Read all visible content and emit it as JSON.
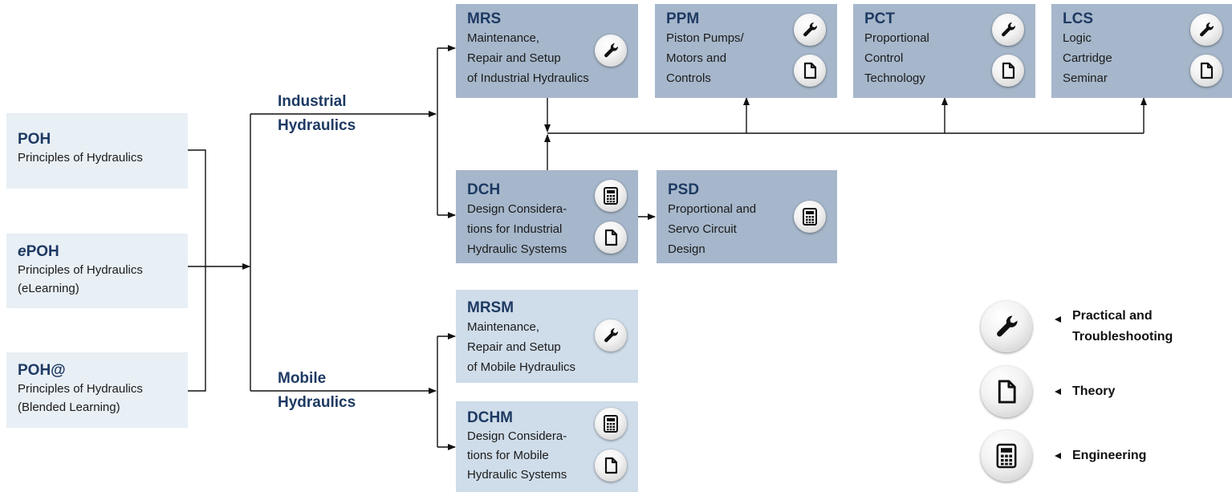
{
  "intro_courses": {
    "poh": {
      "code": "POH",
      "desc": "Principles of Hydraulics"
    },
    "epoh": {
      "code_prefix": "e",
      "code_rest": "POH",
      "desc": "Principles of Hydraulics\n(eLearning)"
    },
    "poh_at": {
      "code": "POH@",
      "desc": "Principles of Hydraulics\n(Blended Learning)"
    }
  },
  "branches": {
    "industrial": "Industrial\nHydraulics",
    "mobile": "Mobile\nHydraulics"
  },
  "courses": {
    "mrs": {
      "code": "MRS",
      "desc": "Maintenance,\nRepair and Setup\nof Industrial Hydraulics",
      "icons": [
        "wrench-icon"
      ]
    },
    "ppm": {
      "code": "PPM",
      "desc": "Piston Pumps/\nMotors and\nControls",
      "icons": [
        "wrench-icon",
        "document-icon"
      ]
    },
    "pct": {
      "code": "PCT",
      "desc": "Proportional\nControl\nTechnology",
      "icons": [
        "wrench-icon",
        "document-icon"
      ]
    },
    "lcs": {
      "code": "LCS",
      "desc": "Logic\nCartridge\nSeminar",
      "icons": [
        "wrench-icon",
        "document-icon"
      ]
    },
    "dch": {
      "code": "DCH",
      "desc": "Design Considera-\ntions for Industrial\nHydraulic Systems",
      "icons": [
        "calculator-icon",
        "document-icon"
      ]
    },
    "psd": {
      "code": "PSD",
      "desc": "Proportional and\nServo Circuit\nDesign",
      "icons": [
        "calculator-icon"
      ]
    },
    "mrsm": {
      "code": "MRSM",
      "desc": "Maintenance,\nRepair and Setup\nof Mobile Hydraulics",
      "icons": [
        "wrench-icon"
      ]
    },
    "dchm": {
      "code": "DCHM",
      "desc": "Design Considera-\ntions for Mobile\nHydraulic Systems",
      "icons": [
        "calculator-icon",
        "document-icon"
      ]
    }
  },
  "legend": [
    {
      "icon": "wrench-icon",
      "label": "Practical and\nTroubleshooting"
    },
    {
      "icon": "document-icon",
      "label": "Theory"
    },
    {
      "icon": "calculator-icon",
      "label": "Engineering"
    }
  ],
  "colors": {
    "box_light": "#e8eff5",
    "box_mid": "#cfdce9",
    "box_dark": "#a6b7cb",
    "heading": "#1e3a63",
    "line": "#111111"
  }
}
